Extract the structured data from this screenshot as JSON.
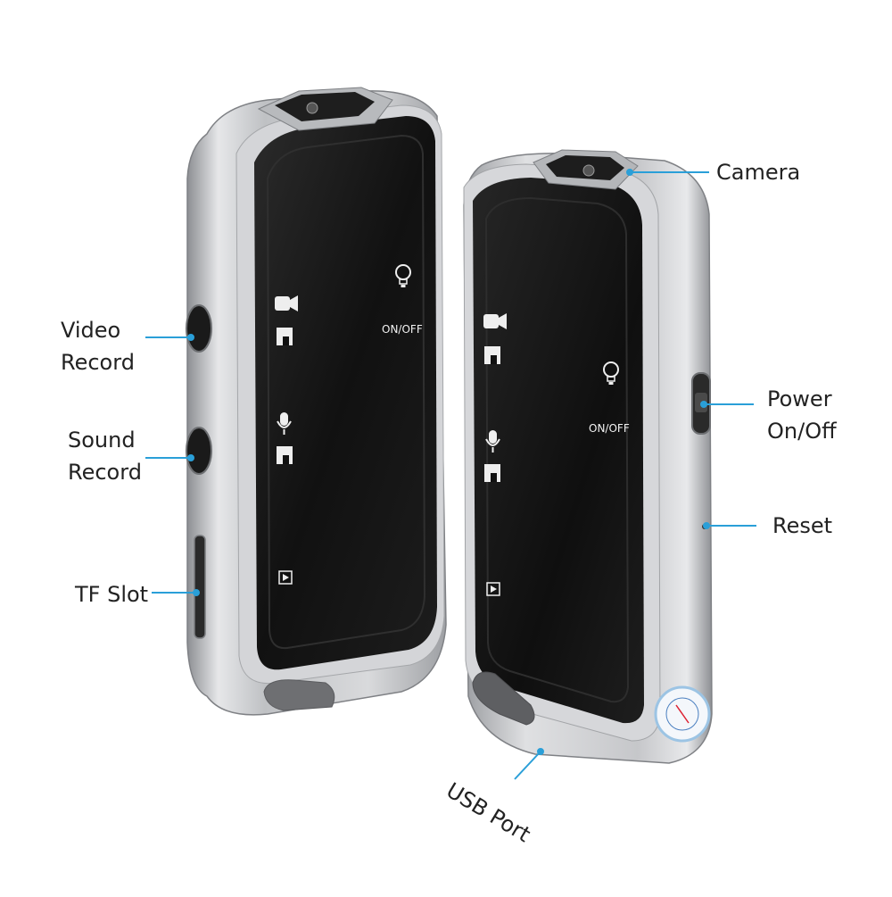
{
  "labels": {
    "video_record": [
      "Video",
      "Record"
    ],
    "sound_record": [
      "Sound",
      "Record"
    ],
    "tf_slot": "TF Slot",
    "camera": "Camera",
    "power": [
      "Power",
      "On/Off"
    ],
    "reset": "Reset",
    "usb_port": "USB Port"
  },
  "device_text": {
    "left_on_off": "ON/OFF",
    "right_on_off": "ON/OFF"
  },
  "icons": {
    "video": "video-camera-icon",
    "save": "save-icon",
    "mic": "microphone-icon",
    "bulb": "light-bulb-icon",
    "play": "play-icon"
  },
  "colors": {
    "callout": "#2a9fd8",
    "body_silver": "#c9cacc",
    "face_black": "#141414"
  }
}
